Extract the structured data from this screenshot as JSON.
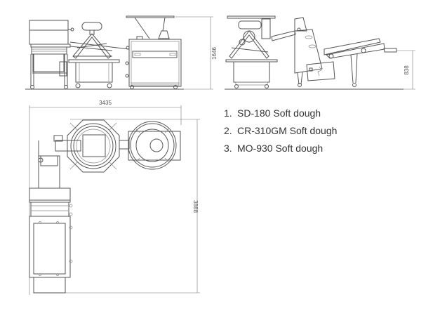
{
  "dimensions": {
    "front_height": "1646",
    "side_height": "838",
    "top_width": "3435",
    "top_depth": "3888"
  },
  "legend": [
    {
      "num": "1.",
      "text": "SD-180 Soft dough"
    },
    {
      "num": "2.",
      "text": "CR-310GM Soft dough"
    },
    {
      "num": "3.",
      "text": "MO-930 Soft dough"
    }
  ]
}
